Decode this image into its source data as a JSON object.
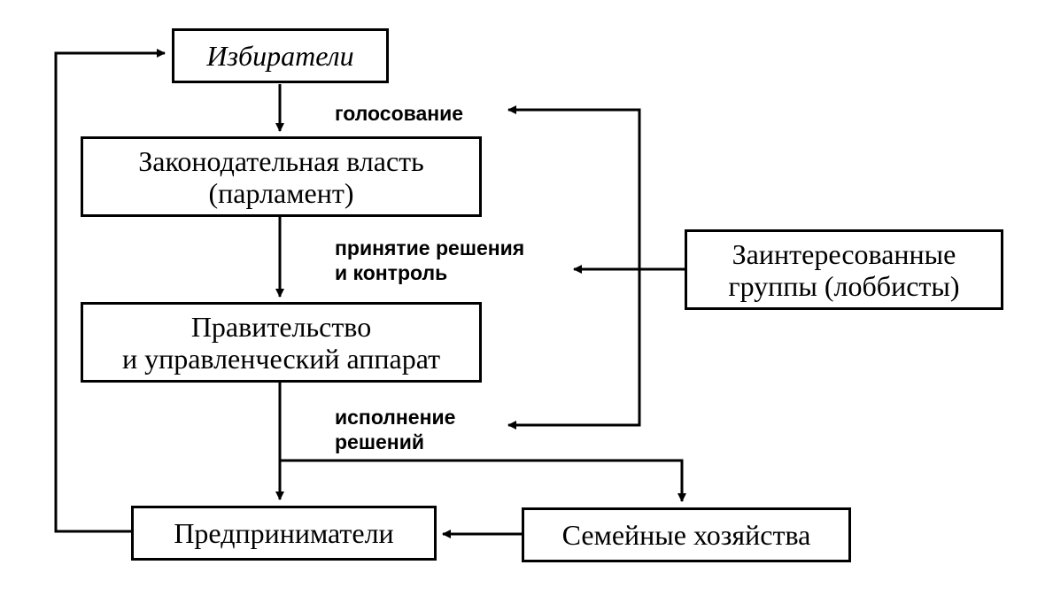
{
  "nodes": {
    "voters": "Избиратели",
    "legislature_line1": "Законодательная власть",
    "legislature_line2": "(парламент)",
    "government_line1": "Правительство",
    "government_line2": "и управленческий аппарат",
    "lobbyists_line1": "Заинтересованные",
    "lobbyists_line2": "группы (лоббисты)",
    "entrepreneurs": "Предприниматели",
    "households": "Семейные хозяйства"
  },
  "edge_labels": {
    "voting": "голосование",
    "decision_line1": "принятие решения",
    "decision_line2": "и контроль",
    "execution_line1": "исполнение",
    "execution_line2": "решений"
  }
}
